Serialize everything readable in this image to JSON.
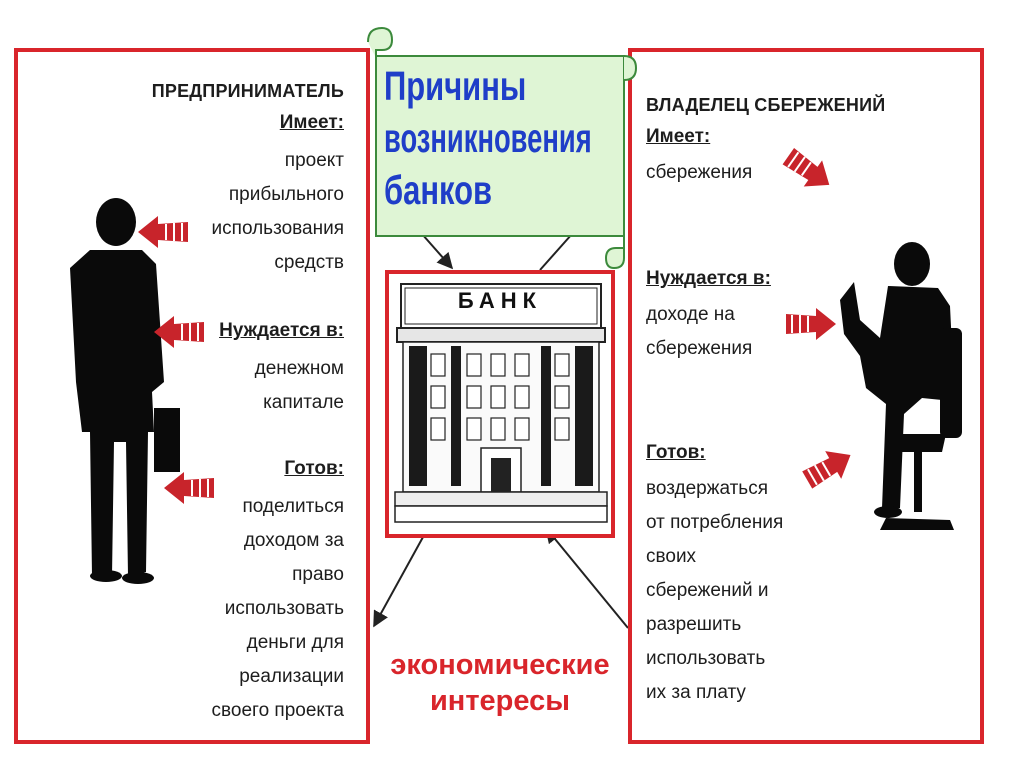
{
  "title": {
    "lines": [
      "Причины",
      "возникновения",
      "банков"
    ]
  },
  "bank": {
    "sign": "БАНК"
  },
  "interests": {
    "line1": "экономические",
    "line2": "интересы"
  },
  "entrepreneur": {
    "heading": "ПРЕДПРИНИМАТЕЛЬ",
    "has_label": "Имеет:",
    "has_lines": [
      "проект",
      "прибыльного",
      "использования",
      "средств"
    ],
    "needs_label": "Нуждается в:",
    "needs_lines": [
      "денежном",
      "капитале"
    ],
    "ready_label": "Готов:",
    "ready_lines": [
      "поделиться",
      "доходом за",
      "право",
      "использовать",
      "деньги для",
      "реализации",
      "своего проекта"
    ]
  },
  "saver": {
    "heading": "ВЛАДЕЛЕЦ СБЕРЕЖЕНИЙ",
    "has_label": "Имеет:",
    "has_lines": [
      "сбережения"
    ],
    "needs_label": "Нуждается в:",
    "needs_lines": [
      "доходе на",
      "сбережения"
    ],
    "ready_label": "Готов:",
    "ready_lines": [
      "воздержаться",
      "от потребления",
      "своих",
      "сбережений и",
      "разрешить",
      "использовать",
      "их за плату"
    ]
  },
  "colors": {
    "frame": "#d9252b",
    "title_text": "#1f3ec8",
    "scroll_fill": "#dff5d5",
    "scroll_edge": "#3c8a3c",
    "arrow": "#c8242b",
    "silhouette": "#0a0a0a"
  },
  "icons": [
    "entrepreneur-silhouette-icon",
    "saver-silhouette-icon",
    "bank-building-icon",
    "red-arrow-icon",
    "scroll-banner-icon"
  ]
}
